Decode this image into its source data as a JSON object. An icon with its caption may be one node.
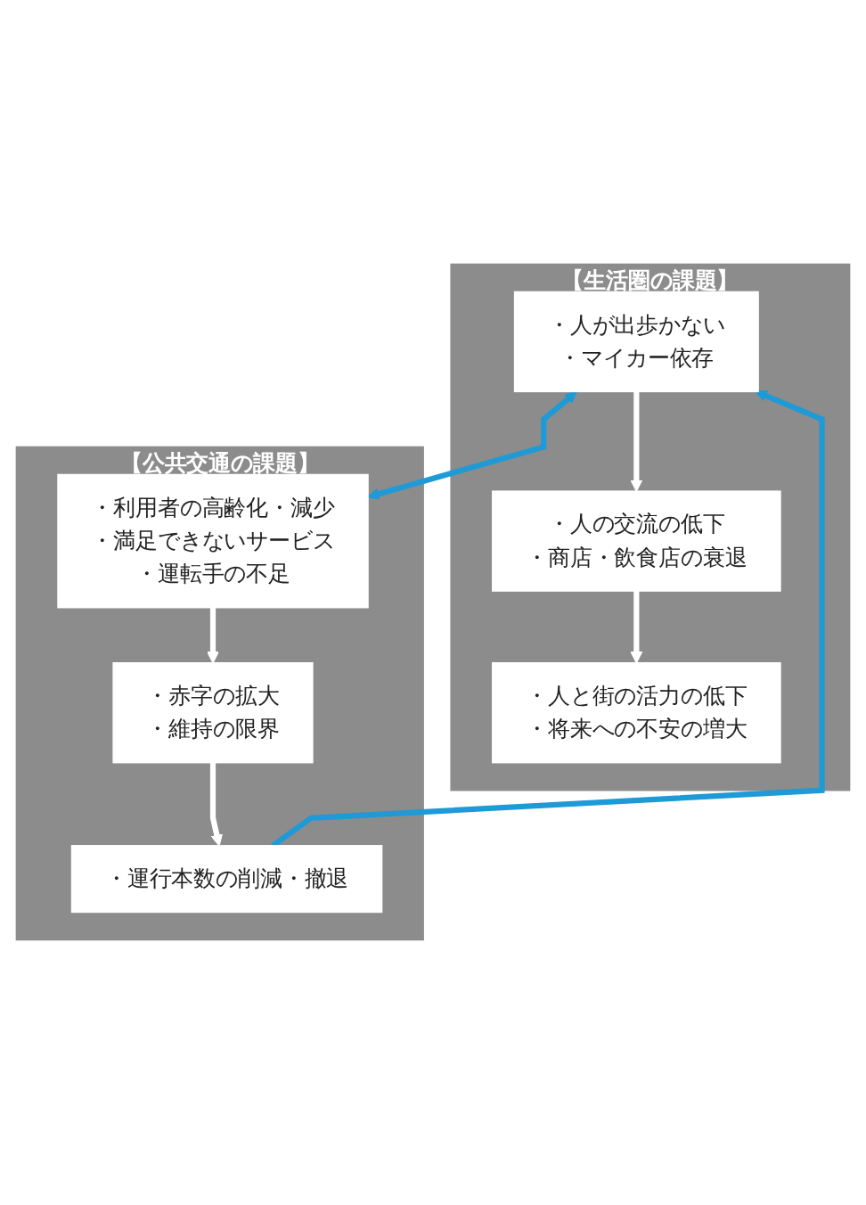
{
  "diagram": {
    "nodes": [
      {
        "text": [
          "【生活圏の課題】"
        ]
      },
      {
        "text": [
          "・人が出歩かない",
          "・マイカー依存"
        ],
        "in": 0
      },
      {
        "text": [
          "・人の交流の低下",
          "・商店・飲食店の衰退"
        ],
        "in": 0
      },
      {
        "text": [
          "・人と街の活力の低下",
          "・将来への不安の増大"
        ],
        "in": 0
      },
      {
        "text": [
          "【公共交通の課題】"
        ]
      },
      {
        "text": [
          "・利用者の高齢化・減少",
          "・満足できないサービス",
          "・運転手の不足"
        ],
        "in": 4
      },
      {
        "text": [
          "・赤字の拡大",
          "・維持の限界"
        ],
        "in": 4
      },
      {
        "text": [
          "・運行本数の削減・撤退"
        ],
        "in": 4
      }
    ],
    "edges": [
      {
        "from": 1,
        "to": 2,
        "arrow": "to"
      },
      {
        "from": 2,
        "to": 3,
        "arrow": "to"
      },
      {
        "from": 5,
        "to": 6,
        "arrow": "to"
      },
      {
        "from": 6,
        "to": 7,
        "arrow": "to"
      },
      {
        "from": 1,
        "to": 5,
        "arrow": "both",
        "color": "#1e9ad6"
      },
      {
        "from": 7,
        "to": 1,
        "arrow": "to",
        "color": "#1e9ad6"
      }
    ]
  }
}
